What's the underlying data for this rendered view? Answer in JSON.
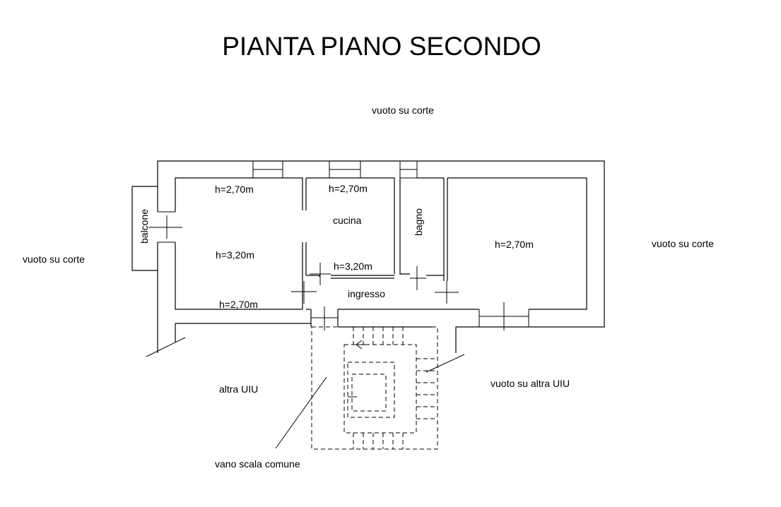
{
  "title": "PIANTA PIANO SECONDO",
  "labels": {
    "vuoto_top": "vuoto su corte",
    "vuoto_left": "vuoto su corte",
    "vuoto_right": "vuoto su corte",
    "balcone": "balcone",
    "h_room_left_top": "h=2,70m",
    "h_room_left_mid": "h=3,20m",
    "h_room_left_bottom": "h=2,70m",
    "h_kitchen": "h=2,70m",
    "cucina": "cucina",
    "h_passage": "h=3,20m",
    "bagno": "bagno",
    "ingresso": "ingresso",
    "h_room_right": "h=2,70m",
    "altra_uiu": "altra UIU",
    "vuoto_altra_uiu": "vuoto su altra UIU",
    "vano_scala": "vano scala comune"
  }
}
